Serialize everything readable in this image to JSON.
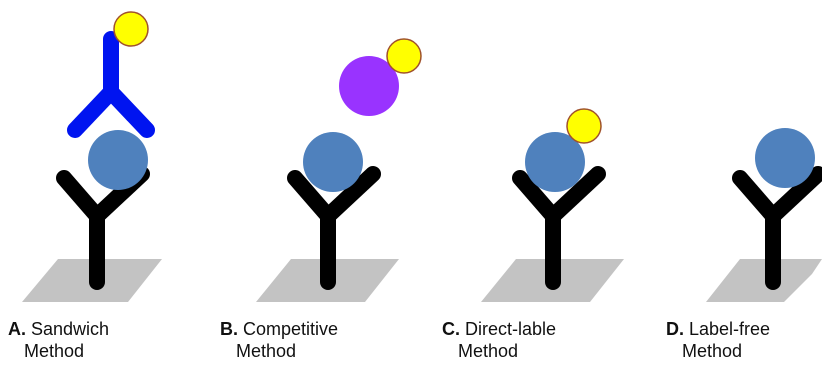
{
  "colors": {
    "capture_antibody": "#000000",
    "detection_antibody": "#0014f0",
    "analyte": "#4f81bd",
    "competitor": "#9933ff",
    "label": "#ffff00",
    "label_outline": "#a0522d",
    "surface": "#c3c3c3"
  },
  "panels": [
    {
      "letter": "A.",
      "title": "Sandwich",
      "subtitle": "Method"
    },
    {
      "letter": "B.",
      "title": "Competitive",
      "subtitle": "Method"
    },
    {
      "letter": "C.",
      "title": "Direct-lable",
      "subtitle": "Method"
    },
    {
      "letter": "D.",
      "title": "Label-free",
      "subtitle": "Method"
    }
  ]
}
